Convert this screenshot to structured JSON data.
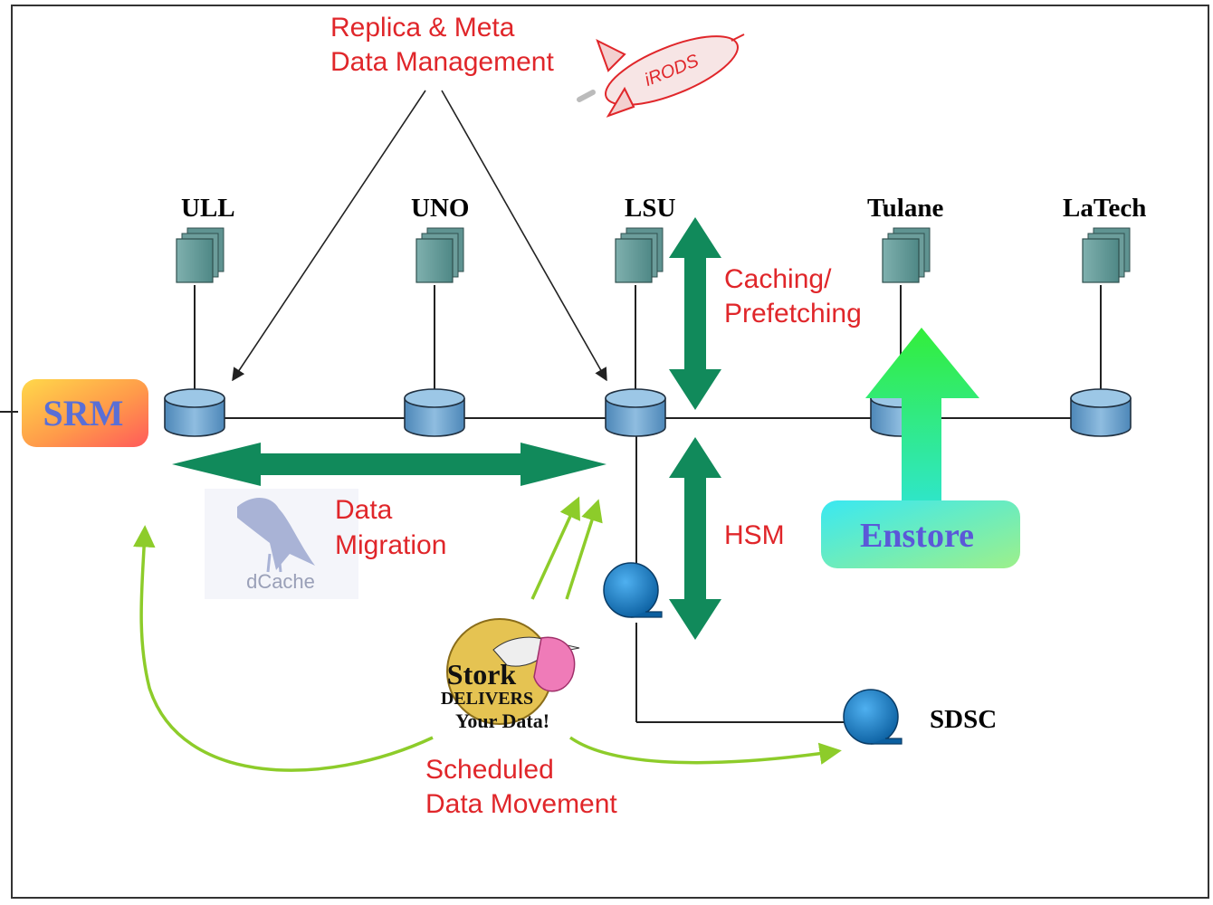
{
  "sites": {
    "ull": "ULL",
    "uno": "UNO",
    "lsu": "LSU",
    "tulane": "Tulane",
    "latech": "LaTech",
    "sdsc": "SDSC"
  },
  "labels": {
    "replica_line1": "Replica & Meta",
    "replica_line2": "Data Management",
    "caching_line1": "Caching/",
    "caching_line2": "Prefetching",
    "data_migration_line1": "Data",
    "data_migration_line2": "Migration",
    "hsm": "HSM",
    "scheduled_line1": "Scheduled",
    "scheduled_line2": "Data Movement"
  },
  "logos": {
    "srm": "SRM",
    "enstore": "Enstore",
    "irods": "iRODS",
    "dcache": "dCache",
    "stork_line1": "Stork",
    "stork_line2": "DELIVERS",
    "stork_line3": "Your Data!"
  },
  "colors": {
    "label_red": "#e0262a",
    "arrow_green": "#118a5b",
    "curve_green": "#8dcc2a",
    "disk_blue": "#6a9fc8",
    "tape_blue": "#1a7cc4",
    "srm_text": "#5a6fd6",
    "enstore_text": "#5b58d8"
  }
}
